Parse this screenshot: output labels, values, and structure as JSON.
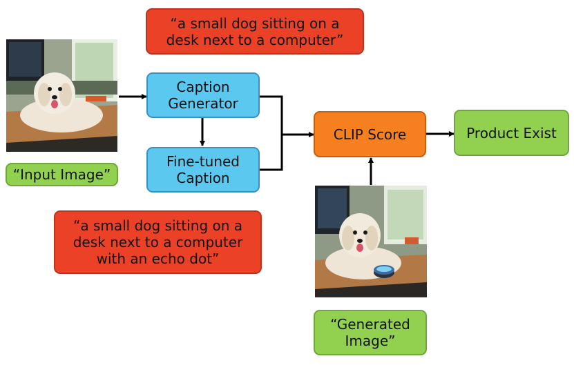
{
  "caption_top": "“a small dog sitting on a desk next to a computer”",
  "caption_bottom": "“a small dog sitting on a desk next to a computer with an echo dot”",
  "input_label": "“Input Image”",
  "caption_generator": "Caption Generator",
  "fine_tuned_caption": "Fine-tuned Caption",
  "clip_score": "CLIP Score",
  "product_exist": "Product Exist",
  "generated_label": "“Generated Image”",
  "colors": {
    "caption_red": "#ea4127",
    "model_blue": "#5bc8ef",
    "clip_orange": "#f6801f",
    "label_green": "#92d050"
  }
}
